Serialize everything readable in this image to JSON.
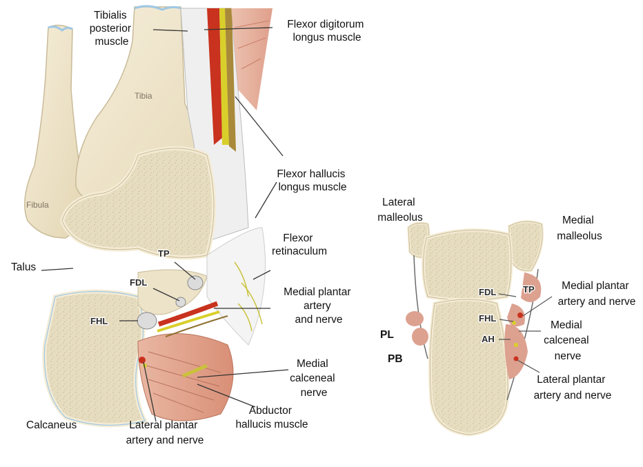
{
  "main_view": {
    "labels": {
      "tibialis_posterior": [
        "Tibialis",
        "posterior",
        "muscle"
      ],
      "flexor_digitorum_longus": [
        "Flexor digitorum",
        "longus muscle"
      ],
      "tibia": "Tibia",
      "fibula": "Fibula",
      "flexor_hallucis_longus": [
        "Flexor hallucis",
        "longus muscle"
      ],
      "flexor_retinaculum": [
        "Flexor",
        "retinaculum"
      ],
      "talus": "Talus",
      "tp": "TP",
      "fdl": "FDL",
      "fhl": "FHL",
      "medial_plantar": [
        "Medial plantar",
        "artery",
        "and nerve"
      ],
      "medial_calceneal": [
        "Medial",
        "calceneal",
        "nerve"
      ],
      "abductor_hallucis": [
        "Abductor",
        "hallucis muscle"
      ],
      "calcaneus": "Calcaneus",
      "lateral_plantar": [
        "Lateral plantar",
        "artery and nerve"
      ]
    }
  },
  "cross_section": {
    "labels": {
      "lateral_malleolus": [
        "Lateral",
        "malleolus"
      ],
      "medial_malleolus": [
        "Medial",
        "malleolus"
      ],
      "tp": "TP",
      "fdl": "FDL",
      "fhl": "FHL",
      "ah": "AH",
      "pl": "PL",
      "pb": "PB",
      "medial_plantar": [
        "Medial plantar",
        "artery and nerve"
      ],
      "medial_calceneal": [
        "Medial",
        "calceneal",
        "nerve"
      ],
      "lateral_plantar": [
        "Lateral plantar",
        "artery and nerve"
      ]
    }
  },
  "colors": {
    "bone_fill": "#ece3c8",
    "bone_edge": "#c9bb98",
    "cortex": "#f4ecd6",
    "muscle": "#e2a48e",
    "tendon_sheath": "#d9d9d9",
    "artery": "#c8321e",
    "nerve": "#d9cf2b"
  }
}
